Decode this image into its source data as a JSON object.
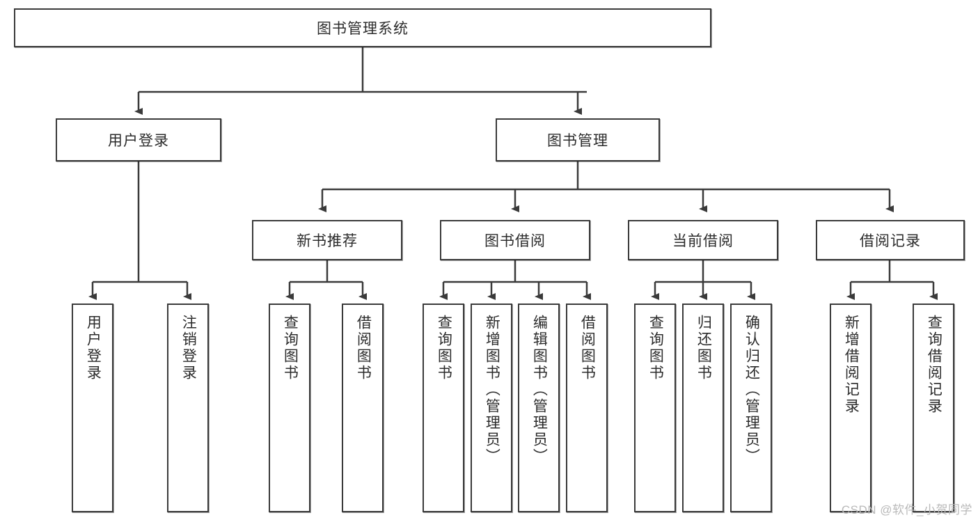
{
  "diagram": {
    "title": "图书管理系统",
    "watermark": "CSDN @软件_小贺同学",
    "colors": {
      "box_border": "#3a3a3a",
      "box_fill": "#ffffff",
      "line": "#3a3a3a",
      "text": "#2b2b2b",
      "watermark": "#b9b9b9"
    },
    "level1": {
      "label": "图书管理系统"
    },
    "level2": [
      {
        "label": "用户登录"
      },
      {
        "label": "图书管理"
      }
    ],
    "level3": [
      {
        "label": "新书推荐"
      },
      {
        "label": "图书借阅"
      },
      {
        "label": "当前借阅"
      },
      {
        "label": "借阅记录"
      }
    ],
    "leaves": {
      "user_login": [
        {
          "label": "用户登录"
        },
        {
          "label": "注销登录"
        }
      ],
      "new_book_recommend": [
        {
          "label": "查询图书"
        },
        {
          "label": "借阅图书"
        }
      ],
      "book_borrow": [
        {
          "label": "查询图书"
        },
        {
          "label": "新增图书（管理员）"
        },
        {
          "label": "编辑图书（管理员）"
        },
        {
          "label": "借阅图书"
        }
      ],
      "current_borrow": [
        {
          "label": "查询图书"
        },
        {
          "label": "归还图书"
        },
        {
          "label": "确认归还（管理员）"
        }
      ],
      "borrow_record": [
        {
          "label": "新增借阅记录"
        },
        {
          "label": "查询借阅记录"
        }
      ]
    }
  }
}
